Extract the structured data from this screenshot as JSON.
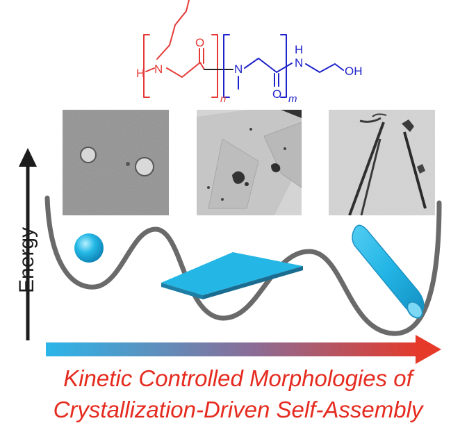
{
  "structure": {
    "red_block": {
      "h": "H",
      "n": "N",
      "o": "O",
      "subscript": "n"
    },
    "blue_block": {
      "n": "N",
      "o": "O",
      "subscript": "m",
      "nh_n": "N",
      "nh_h": "H",
      "oh": "OH"
    },
    "colors": {
      "red": "#e53935",
      "blue": "#1f23c9",
      "bond": "#222222"
    }
  },
  "axis": {
    "ylabel": "Energy"
  },
  "morphologies": [
    {
      "name": "sphere",
      "shape": "sphere-icon"
    },
    {
      "name": "sheet",
      "shape": "sheet-icon"
    },
    {
      "name": "fiber",
      "shape": "cylinder-icon"
    }
  ],
  "arrow": {
    "start_color": "#2bb5e9",
    "end_color": "#e53a2a"
  },
  "title": {
    "line1": "Kinetic Controlled Morphologies of",
    "line2": "Crystallization-Driven Self-Assembly"
  }
}
